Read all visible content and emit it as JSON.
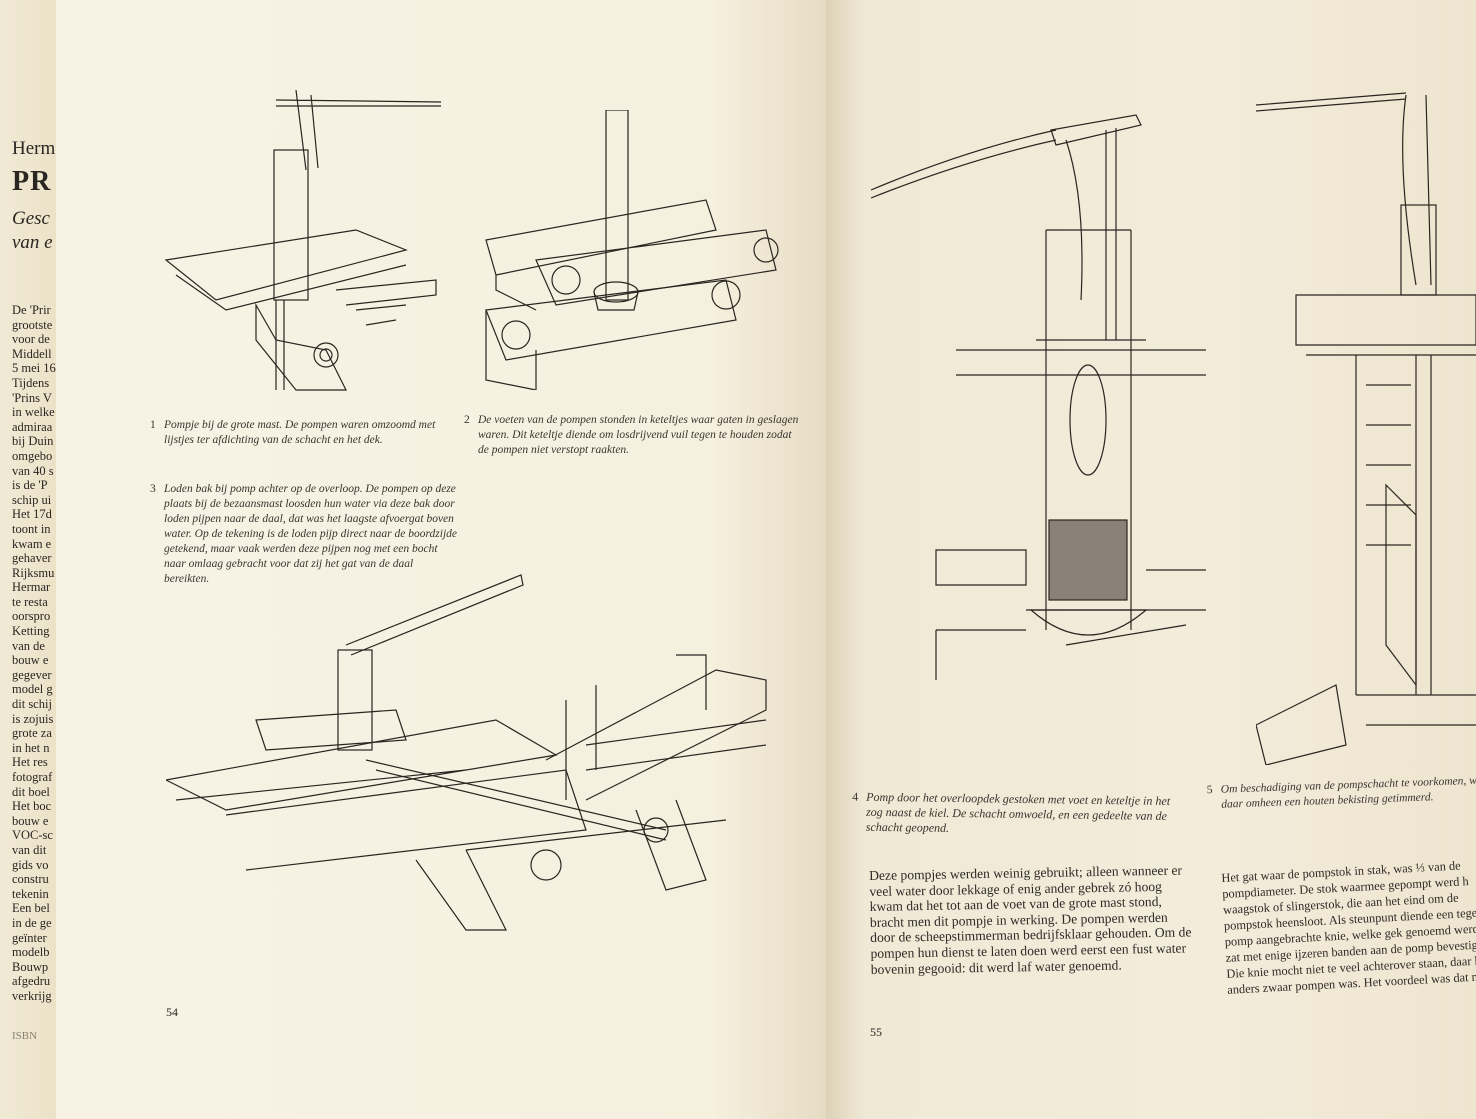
{
  "flap": {
    "author": "Herm",
    "title": "PR",
    "subtitle_1": "Gesc",
    "subtitle_2": "van e",
    "lines": [
      "De 'Prir",
      "grootste",
      "voor de",
      "Middell",
      "5 mei 16",
      "Tijdens",
      "'Prins V",
      "in welke",
      "admiraa",
      "bij Duin",
      "omgebo",
      "van 40 s",
      "is de 'P",
      "schip ui",
      "Het 17d",
      "toont in",
      "kwam e",
      "gehaver",
      "Rijksmu",
      "Hermar",
      "te resta",
      "oorspro",
      "Ketting",
      "van de",
      "bouw e",
      "gegever",
      "model g",
      "dit schij",
      "is zojuis",
      "grote za",
      "in het n",
      "Het res",
      "fotograf",
      "dit boel",
      "Het boc",
      "bouw e",
      "VOC-sc",
      "van dit",
      "gids vo",
      "constru",
      "tekenin",
      "Een bel",
      "in de ge",
      "geïnter",
      "modelb",
      "Bouwp",
      "afgedru",
      "verkrijg"
    ],
    "isbn": "ISBN"
  },
  "left_page": {
    "page_number": "54",
    "captions": [
      {
        "num": "1",
        "text": "Pompje bij de grote mast. De pompen waren omzoomd met lijstjes ter afdichting van de schacht en het dek."
      },
      {
        "num": "2",
        "text": "De voeten van de pompen stonden in keteltjes waar gaten in geslagen waren. Dit keteltje diende om losdrijvend vuil tegen te houden zodat de pompen niet verstopt raakten."
      },
      {
        "num": "3",
        "text": "Loden bak bij pomp achter op de overloop. De pompen op deze plaats bij de bezaansmast loosden hun water via deze bak door loden pijpen naar de daal, dat was het laagste afvoergat boven water. Op de tekening is de loden pijp direct naar de boordzijde getekend, maar vaak werden deze pijpen nog met een bocht naar omlaag gebracht voor dat zij het gat van de daal bereikten."
      }
    ]
  },
  "right_page": {
    "page_number": "55",
    "captions": [
      {
        "num": "4",
        "text": "Pomp door het overloopdek gestoken met voet en keteltje in het zog naast de kiel. De schacht omwoeld, en een gedeelte van de schacht geopend."
      },
      {
        "num": "5",
        "text": "Om beschadiging van de pompschacht te voorkomen, wer daar omheen een houten bekisting getimmerd."
      }
    ],
    "body_1": "Deze pompjes werden weinig gebruikt; alleen wanneer er veel water door lekkage of enig ander gebrek zó hoog kwam dat het tot aan de voet van de grote mast stond, bracht men dit pompje in werking. De pompen werden door de scheepstimmerman bedrijfsklaar gehouden. Om de pompen hun dienst te laten doen werd eerst een fust water bovenin gegooid: dit werd laf water genoemd.",
    "body_2": "Het gat waar de pompstok in stak, was ⅓ van de pompdiameter. De stok waarmee gepompt werd h waagstok of slingerstok, die aan het eind om de pompstok heensloot. Als steunpunt diende een tege pomp aangebrachte knie, welke gek genoemd werd zat met enige ijzeren banden aan de pomp bevestige Die knie mocht niet te veel achterover staan, daar h anders zwaar pompen was. Het voordeel was dat n"
  }
}
